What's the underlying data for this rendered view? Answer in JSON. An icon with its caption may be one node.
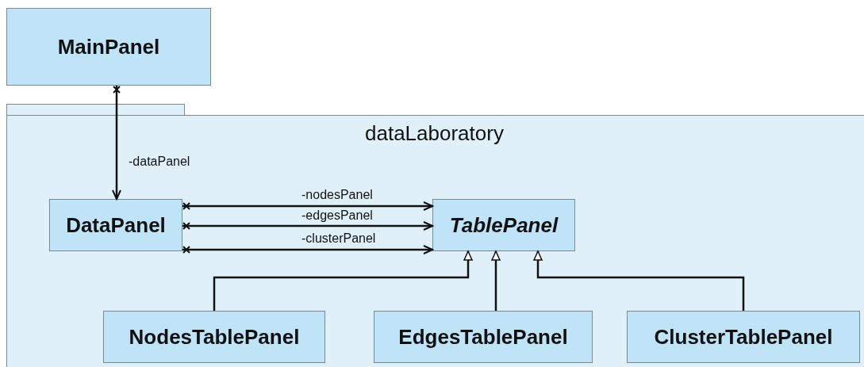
{
  "diagram": {
    "nodes": [
      {
        "text": [
          "MainPanel"
        ]
      },
      {
        "text": [
          "dataLaboratory"
        ]
      },
      {
        "text": [
          "DataPanel"
        ],
        "in": 1
      },
      {
        "text": [
          "TablePanel"
        ],
        "in": 1
      },
      {
        "text": [
          "NodesTablePanel"
        ],
        "in": 1
      },
      {
        "text": [
          "EdgesTablePanel"
        ],
        "in": 1
      },
      {
        "text": [
          "ClusterTablePanel"
        ],
        "in": 1
      }
    ],
    "edges": [
      {
        "from": 0,
        "to": 2,
        "arrow": "to",
        "label": "-dataPanel"
      },
      {
        "from": 2,
        "to": 3,
        "arrow": "to",
        "label": "-nodesPanel"
      },
      {
        "from": 2,
        "to": 3,
        "arrow": "to",
        "label": "-edgesPanel"
      },
      {
        "from": 2,
        "to": 3,
        "arrow": "to",
        "label": "-clusterPanel"
      },
      {
        "from": 4,
        "to": 3,
        "arrow": "to"
      },
      {
        "from": 5,
        "to": 3,
        "arrow": "to"
      },
      {
        "from": 6,
        "to": 3,
        "arrow": "to"
      }
    ]
  }
}
